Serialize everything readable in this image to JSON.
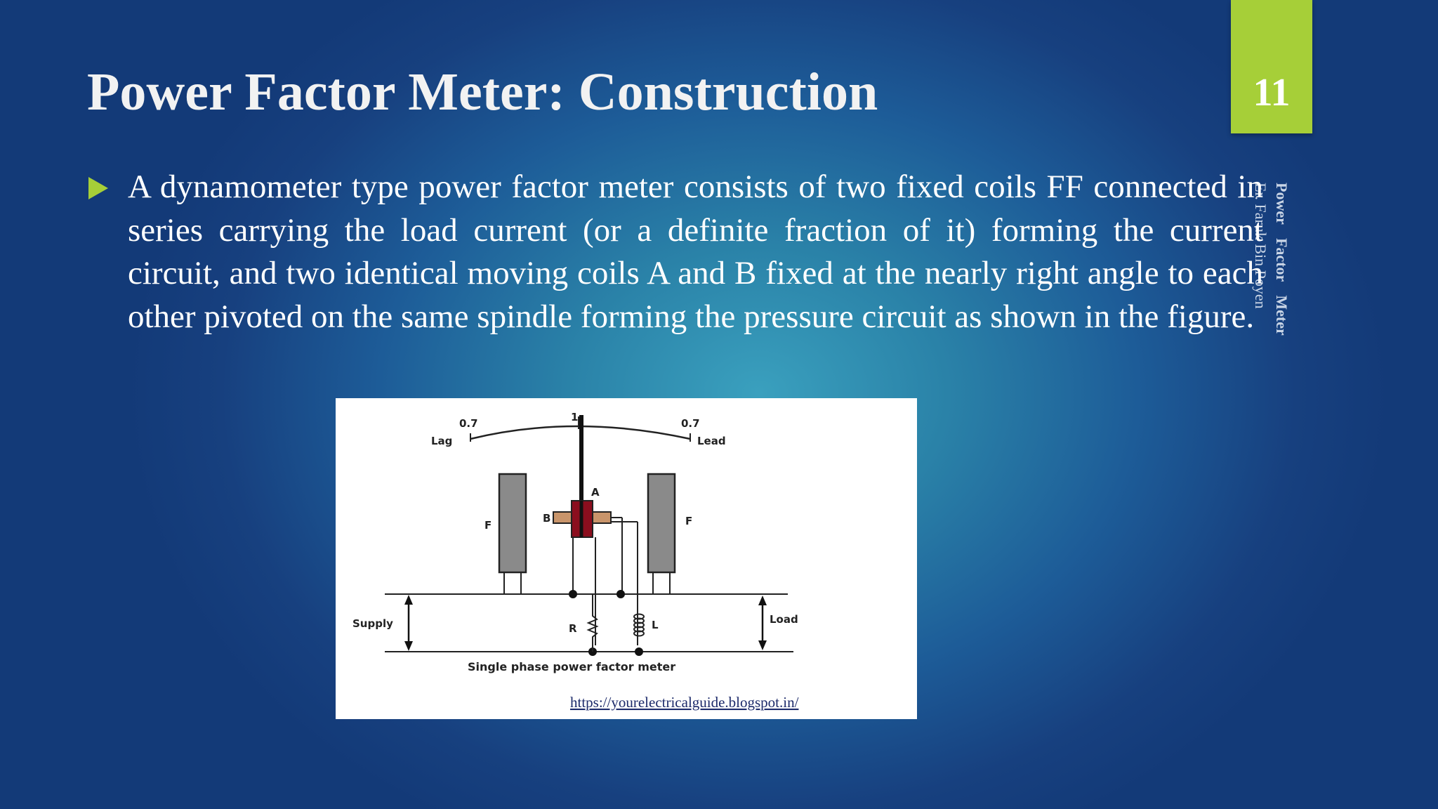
{
  "slide": {
    "title": "Power Factor Meter: Construction",
    "page_number": "11",
    "side_title": "Power Factor Meter",
    "side_author": "Er. Faruk Bin Poyen",
    "bullet": "A dynamometer type power factor meter consists of two fixed coils FF connected in series carrying the load current (or a definite fraction of it) forming the current circuit, and two identical moving coils A and B fixed at the nearly right angle to each other pivoted on the same spindle forming the pressure circuit as shown in the figure."
  },
  "figure": {
    "scale_left_value": "0.7",
    "scale_center_value": "1",
    "scale_right_value": "0.7",
    "lag_label": "Lag",
    "lead_label": "Lead",
    "coil_a_label": "A",
    "coil_b_label": "B",
    "fixed_coil_left_label": "F",
    "fixed_coil_right_label": "F",
    "resistor_label": "R",
    "inductor_label": "L",
    "supply_label": "Supply",
    "load_label": "Load",
    "caption": "Single phase power factor meter",
    "source_url": "https://yourelectricalguide.blogspot.in/"
  },
  "colors": {
    "accent_green": "#a6cf38",
    "moving_coil_a": "#8b0e1e",
    "moving_coil_b": "#c9956b",
    "fixed_coil": "#8a8a8a"
  }
}
